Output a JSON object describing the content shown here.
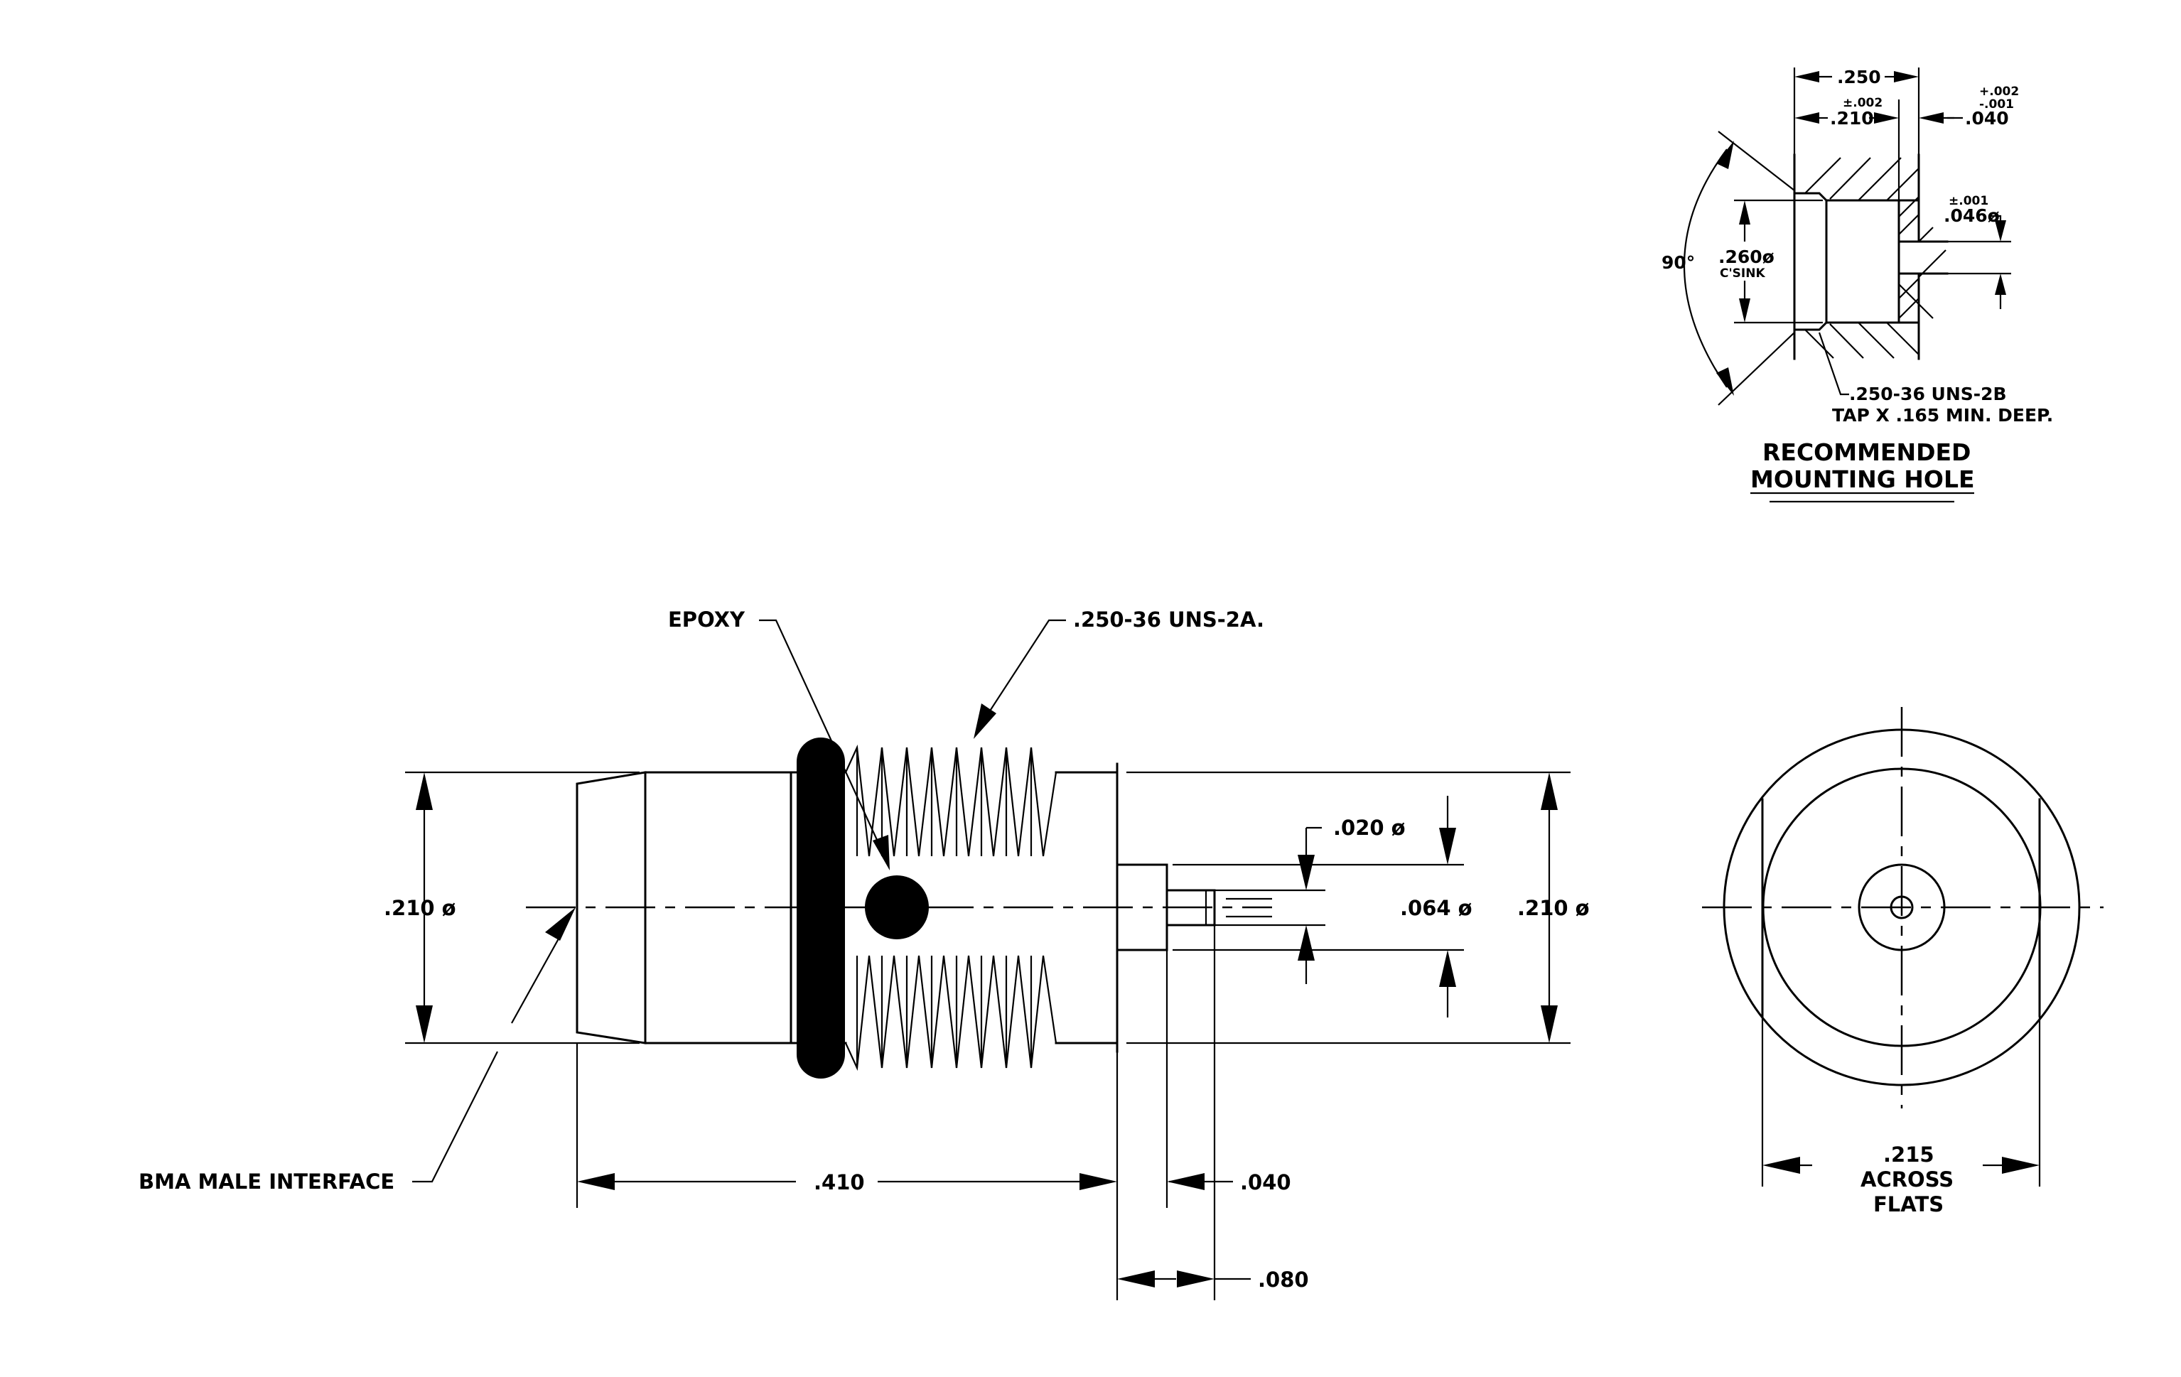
{
  "labels": {
    "epoxy": "EPOXY",
    "thread_ext": ".250-36  UNS-2A.",
    "dia_210_left": ".210 ø",
    "dia_210_right": ".210 ø",
    "dia_020": ".020 ø",
    "dia_064": ".064  ø",
    "bma": "BMA  MALE  INTERFACE",
    "len_410": ".410",
    "len_040": ".040",
    "len_080": ".080",
    "af_215": ".215",
    "af_across": "ACROSS",
    "af_flats": "FLATS"
  },
  "mounting": {
    "dim_250": ".250",
    "tol_210": "±.002",
    "dim_210": ".210",
    "tol_040_plus": "+.002",
    "tol_040_minus": "-.001",
    "dim_040": ".040",
    "tol_046": "±.001",
    "dim_046": ".046ø",
    "dim_260": ".260ø",
    "csink": "C'SINK",
    "angle": "90°",
    "tap_line1": ".250-36  UNS-2B",
    "tap_line2": "TAP  X  .165  MIN.  DEEP.",
    "title_line1": "RECOMMENDED",
    "title_line2": "MOUNTING  HOLE"
  }
}
